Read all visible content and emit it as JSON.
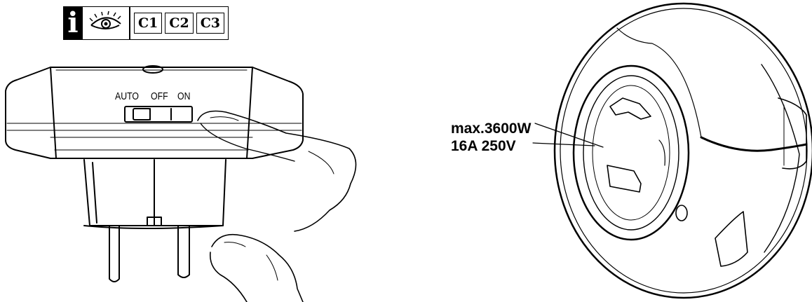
{
  "info_badge": {
    "info_glyph": "i",
    "eye_icon": "eye-icon",
    "codes": [
      "C1",
      "C2",
      "C3"
    ]
  },
  "switch": {
    "labels": [
      "AUTO",
      "OFF",
      "ON"
    ]
  },
  "rating": {
    "power": "max.3600W",
    "current_voltage": "16A  250V"
  }
}
